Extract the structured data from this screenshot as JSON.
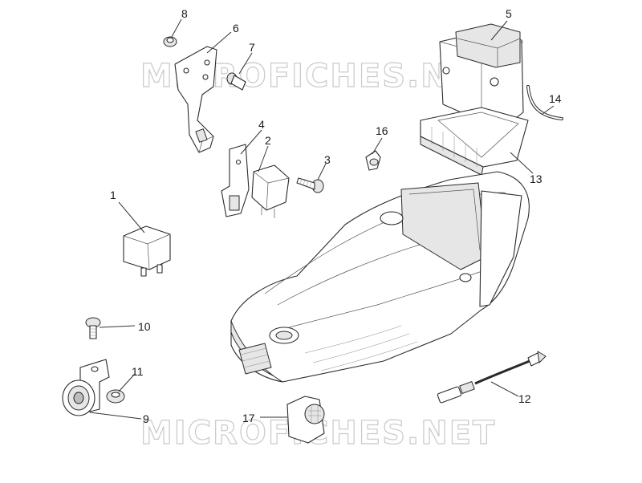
{
  "watermark": {
    "text": "MICROFICHES.NET"
  },
  "callouts": [
    {
      "id": "1",
      "label": "1"
    },
    {
      "id": "2",
      "label": "2"
    },
    {
      "id": "3",
      "label": "3"
    },
    {
      "id": "4",
      "label": "4"
    },
    {
      "id": "5",
      "label": "5"
    },
    {
      "id": "6",
      "label": "6"
    },
    {
      "id": "7",
      "label": "7"
    },
    {
      "id": "8",
      "label": "8"
    },
    {
      "id": "9",
      "label": "9"
    },
    {
      "id": "10",
      "label": "10"
    },
    {
      "id": "11",
      "label": "11"
    },
    {
      "id": "12",
      "label": "12"
    },
    {
      "id": "13",
      "label": "13"
    },
    {
      "id": "14",
      "label": "14"
    },
    {
      "id": "16",
      "label": "16"
    },
    {
      "id": "17",
      "label": "17"
    }
  ]
}
